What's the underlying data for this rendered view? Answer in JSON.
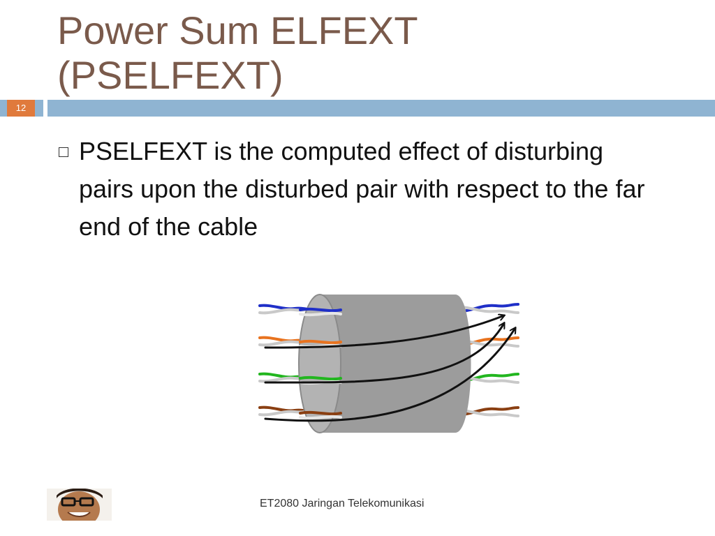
{
  "slide": {
    "title_lines": [
      "Power Sum ELFEXT",
      "(PSELFEXT)"
    ],
    "number": "12",
    "bullets": [
      "PSELFEXT is the computed effect of disturbing pairs upon the disturbed pair with respect to the far end of the cable"
    ],
    "footer": "ET2080 Jaringan Telekomunikasi"
  },
  "colors": {
    "title": "#7a5a4b",
    "header_bar": "#8fb4d2",
    "number_badge": "#e07a3c",
    "cable_jacket": "#9c9c9c",
    "pair_blue": "#1f2fc8",
    "pair_orange": "#e8731f",
    "pair_green": "#22b61f",
    "pair_brown": "#8a3f12"
  },
  "icons": {
    "bullet": "hollow-square-bullet",
    "figure": "twisted-pair-cable-diagram",
    "avatar": "presenter-photo"
  }
}
